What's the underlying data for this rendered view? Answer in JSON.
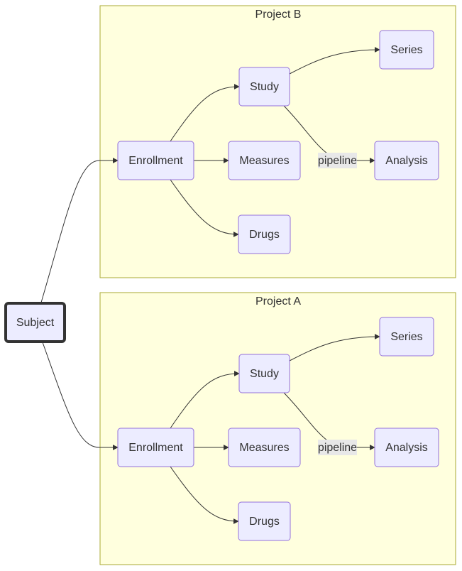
{
  "colors": {
    "cluster_fill": "#ffffde",
    "cluster_stroke": "#aaaa33",
    "node_fill": "#ececff",
    "node_stroke": "#9370db",
    "edge": "#333333",
    "text": "#333333",
    "edge_label_bg": "#e8e8e8"
  },
  "clusters": {
    "project_b": {
      "title": "Project B"
    },
    "project_a": {
      "title": "Project A"
    }
  },
  "nodes": {
    "subject": "Subject",
    "b_enrollment": "Enrollment",
    "b_study": "Study",
    "b_measures": "Measures",
    "b_drugs": "Drugs",
    "b_series": "Series",
    "b_analysis": "Analysis",
    "a_enrollment": "Enrollment",
    "a_study": "Study",
    "a_measures": "Measures",
    "a_drugs": "Drugs",
    "a_series": "Series",
    "a_analysis": "Analysis"
  },
  "edge_labels": {
    "b_study_analysis": "pipeline",
    "a_study_analysis": "pipeline"
  }
}
